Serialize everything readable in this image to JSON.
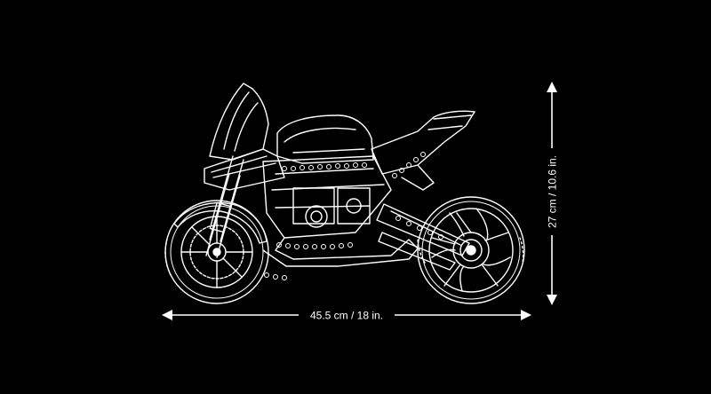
{
  "diagram": {
    "subject": "motorcycle-line-drawing",
    "line_color": "#ffffff",
    "background_color": "#000000"
  },
  "dimensions": {
    "width_label": "45.5 cm / 18 in.",
    "height_label": "27 cm / 10.6 in."
  }
}
